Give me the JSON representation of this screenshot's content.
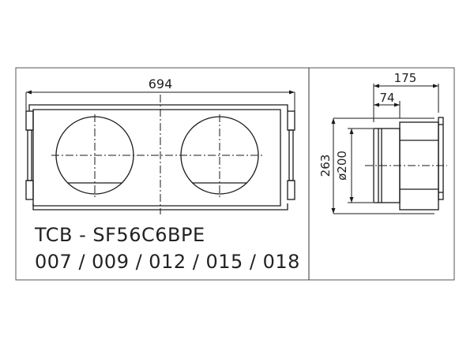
{
  "drawing": {
    "front_view": {
      "width_dimension": "694"
    },
    "side_view": {
      "depth_dimension": "175",
      "inner_depth_dimension": "74",
      "height_dimension": "263",
      "duct_diameter_dimension": "ø200"
    },
    "model_label": "TCB - SF56C6BPE",
    "model_sizes": "007 / 009 / 012 / 015 / 018"
  },
  "colors": {
    "line": "#1a1a1a",
    "frame": "#555555",
    "text": "#222222"
  }
}
